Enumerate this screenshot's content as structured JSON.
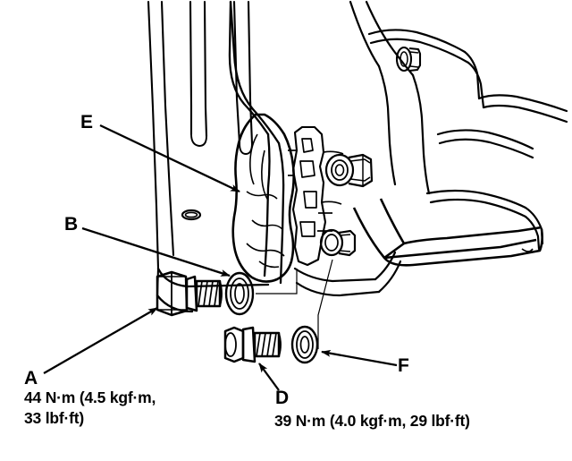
{
  "document": {
    "type": "automotive-service-exploded-diagram",
    "subject": "Engine mount bracket fastener installation",
    "line_color": "#000000",
    "background_color": "#ffffff"
  },
  "callouts": [
    {
      "id": "A",
      "label": "A",
      "refers_to": "hex-flange-bolt-upper"
    },
    {
      "id": "B",
      "label": "B",
      "refers_to": "washer-upper"
    },
    {
      "id": "D",
      "label": "D",
      "refers_to": "hex-flange-bolt-lower"
    },
    {
      "id": "E",
      "label": "E",
      "refers_to": "mount-bracket"
    },
    {
      "id": "F",
      "label": "F",
      "refers_to": "washer-lower"
    }
  ],
  "torque_specs": [
    {
      "for_callout": "A",
      "text": "44 N·m (4.5 kgf·m,\n33 lbf·ft)",
      "newton_meters": "44 N·m",
      "kilogram_force_meters": "4.5 kgf·m",
      "pound_feet": "33 lbf·ft"
    },
    {
      "for_callout": "D",
      "text": "39 N·m (4.0 kgf·m, 29 lbf·ft)",
      "newton_meters": "39 N·m",
      "kilogram_force_meters": "4.0 kgf·m",
      "pound_feet": "29 lbf·ft"
    }
  ]
}
